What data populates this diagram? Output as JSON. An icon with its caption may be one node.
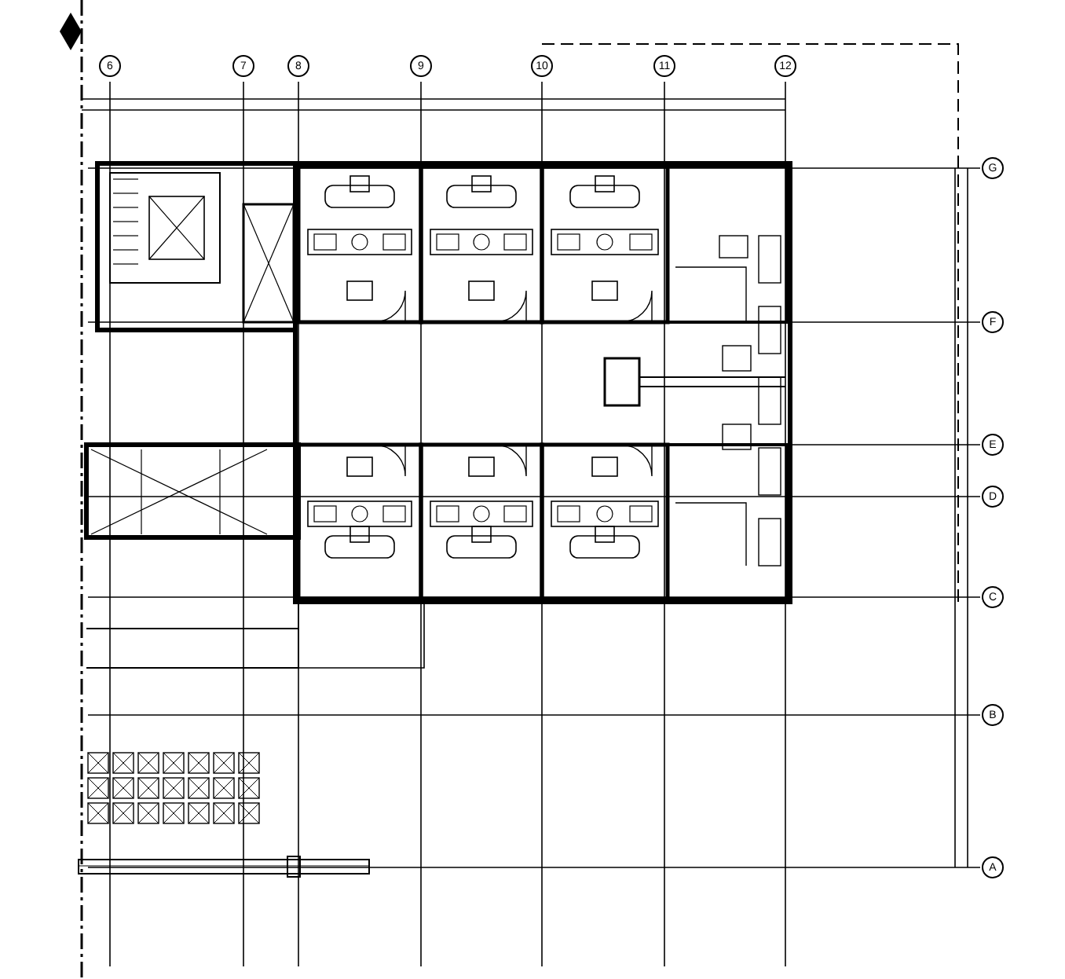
{
  "diagram": {
    "labels": [
      "6",
      "7",
      "8",
      "9",
      "10",
      "11",
      "12",
      "G",
      "F",
      "E",
      "D",
      "C",
      "B",
      "A"
    ]
  }
}
